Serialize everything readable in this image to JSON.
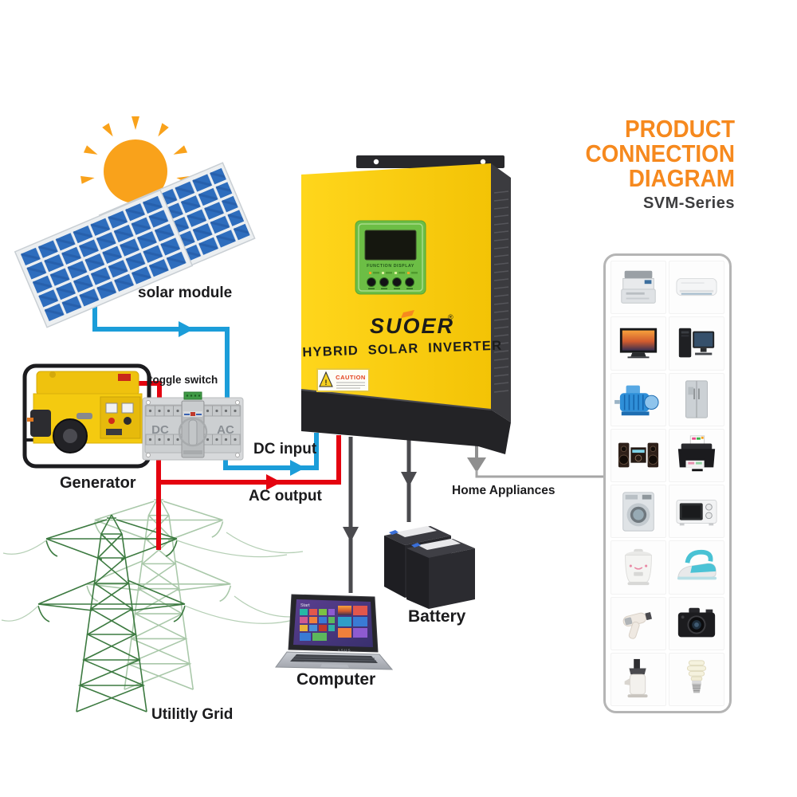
{
  "header": {
    "title_lines": [
      "PRODUCT",
      "CONNECTION",
      "DIAGRAM"
    ],
    "series": "SVM-Series",
    "accent_color": "#F6891E"
  },
  "nodes": {
    "solar_module": {
      "label": "solar module"
    },
    "generator": {
      "label": "Generator"
    },
    "toggle_switch": {
      "label": "toggle switch",
      "left_marking": "DC",
      "right_marking": "AC"
    },
    "utility_grid": {
      "label": "Utilitly Grid"
    },
    "inverter": {
      "brand": "SUOER",
      "trademark": "®",
      "product_name": "HYBRID SOLAR INVERTER",
      "display_title": "FUNCTION DISPLAY",
      "caution_text": "CAUTION"
    },
    "battery": {
      "label": "Battery"
    },
    "computer": {
      "label": "Computer",
      "screen_start_label": "Start",
      "laptop_brand": "ASUS"
    },
    "home_appliances": {
      "label": "Home Appliances"
    }
  },
  "connections": {
    "dc_input": {
      "label": "DC input",
      "color": "#1B9DD9"
    },
    "ac_output": {
      "label": "AC output",
      "color": "#E4030F"
    },
    "battery_line_color": "#4A4A4E",
    "computer_line_color": "#4A4A4E",
    "appliance_line_color": "#9B9B9B"
  },
  "appliances": {
    "items": [
      "copier",
      "air-conditioner",
      "tv",
      "desktop-computer",
      "electric-motor",
      "refrigerator",
      "stereo-system",
      "inkjet-printer",
      "washing-machine",
      "microwave-oven",
      "rice-cooker",
      "clothes-iron",
      "hair-dryer",
      "digital-camera",
      "juicer",
      "energy-saving-bulb"
    ]
  },
  "palette": {
    "inverter_yellow": "#FFD00F",
    "display_green": "#6CBE45",
    "pylon_green": "#3C7A40",
    "solar_cell_blue": "#2E6DBD",
    "sun_orange": "#F9A21B",
    "generator_yellow": "#F2C50C"
  }
}
